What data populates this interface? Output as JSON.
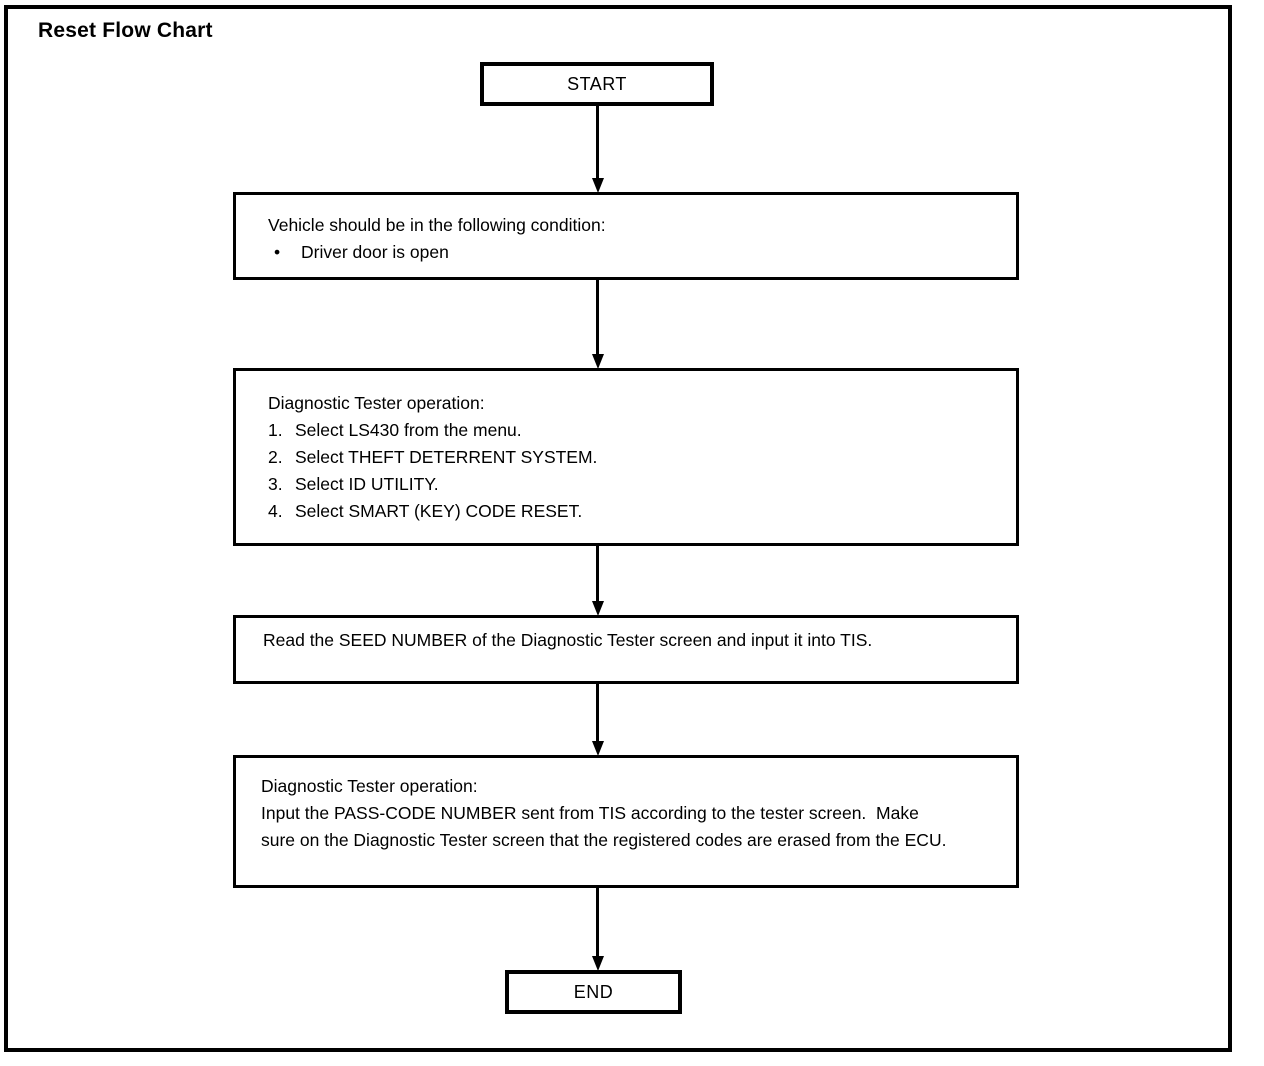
{
  "page": {
    "title": "Reset Flow Chart"
  },
  "colors": {
    "line": "#000000",
    "background": "#ffffff",
    "text": "#000000"
  },
  "nodes": {
    "start": {
      "label": "START"
    },
    "condition": {
      "heading": "Vehicle should be in the following condition:",
      "bullet_glyph": "•",
      "bullet_text": "Driver door is open"
    },
    "tester_select": {
      "heading": "Diagnostic Tester operation:",
      "steps": [
        {
          "num": "1.",
          "text": "Select LS430 from the menu."
        },
        {
          "num": "2.",
          "text": "Select THEFT DETERRENT SYSTEM."
        },
        {
          "num": "3.",
          "text": "Select ID UTILITY."
        },
        {
          "num": "4.",
          "text": "Select SMART (KEY) CODE RESET."
        }
      ]
    },
    "seed_number": {
      "text": "Read the SEED NUMBER of the Diagnostic Tester screen and input it into TIS."
    },
    "pass_code": {
      "heading": "Diagnostic Tester operation:",
      "text": "Input the PASS-CODE NUMBER sent from TIS according to the tester screen.  Make sure on the Diagnostic Tester screen that the registered codes are erased from the ECU."
    },
    "end": {
      "label": "END"
    }
  }
}
